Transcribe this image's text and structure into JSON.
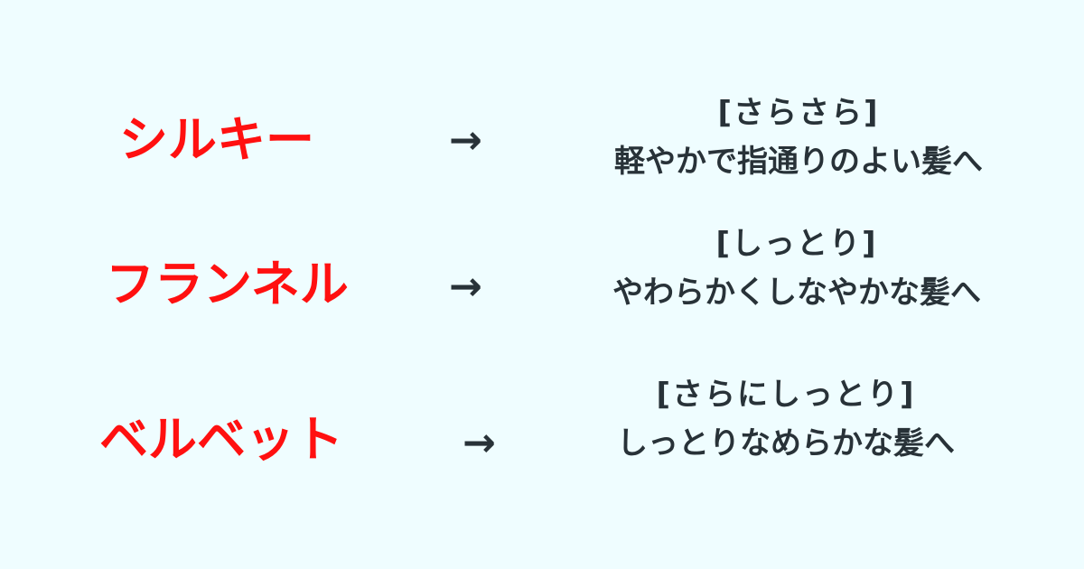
{
  "rows": [
    {
      "name": "シルキー",
      "arrow": "→",
      "tag": "[さらさら]",
      "text": "軽やかで指通りのよい髪へ"
    },
    {
      "name": "フランネル",
      "arrow": "→",
      "tag": "[しっとり]",
      "text": "やわらかくしなやかな髪へ"
    },
    {
      "name": "ベルベット",
      "arrow": "→",
      "tag": "[さらにしっとり]",
      "text": "しっとりなめらかな髪へ"
    }
  ],
  "colors": {
    "background": "#effdff",
    "name": "#ff1010",
    "text": "#283238"
  }
}
